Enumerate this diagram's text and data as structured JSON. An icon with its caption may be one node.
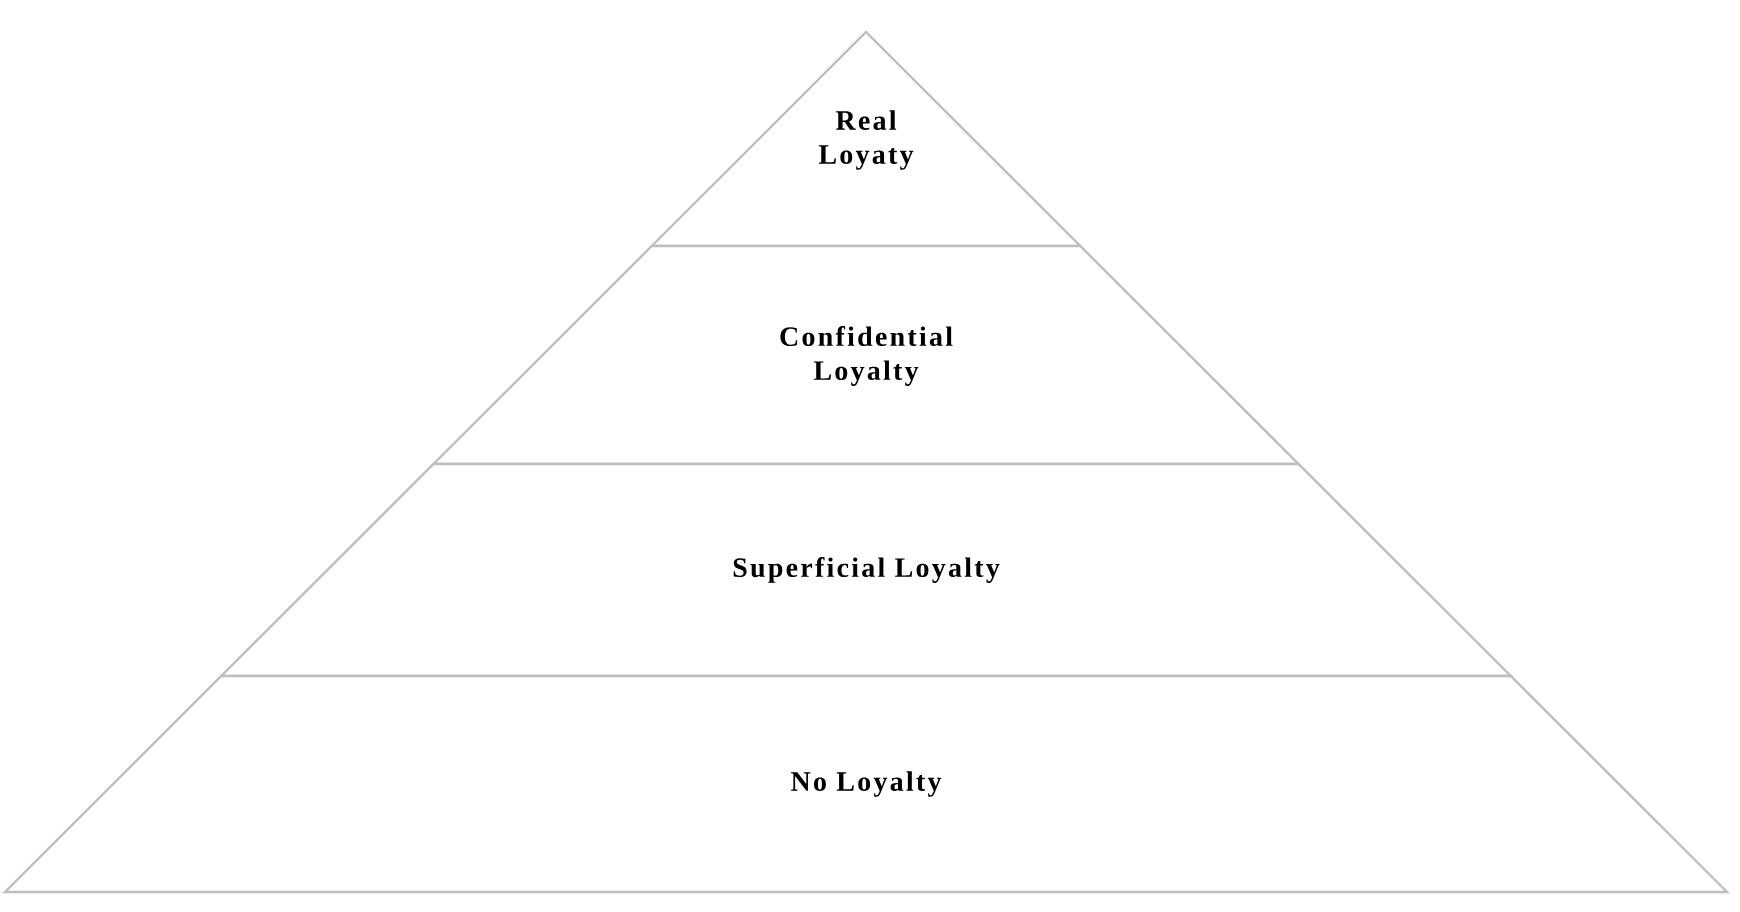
{
  "diagram": {
    "nodes": [
      {
        "text": [
          "Real Loyaty"
        ]
      },
      {
        "text": [
          "Confidential Loyalty"
        ]
      },
      {
        "text": [
          "Superficial Loyalty"
        ]
      },
      {
        "text": [
          "No Loyalty"
        ]
      }
    ]
  }
}
